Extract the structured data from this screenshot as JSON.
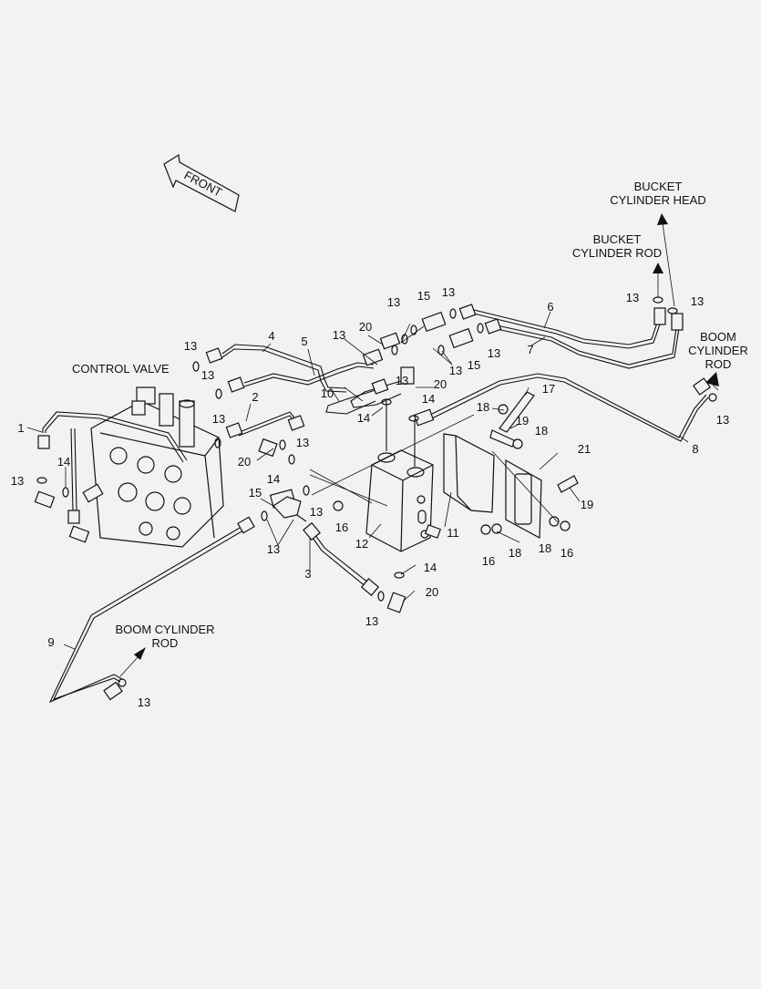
{
  "labels": {
    "front": "FRONT",
    "control_valve": "CONTROL VALVE",
    "bucket_head_1": "BUCKET",
    "bucket_head_2": "CYLINDER HEAD",
    "bucket_rod_1": "BUCKET",
    "bucket_rod_2": "CYLINDER ROD",
    "boom_rod_right_1": "BOOM",
    "boom_rod_right_2": "CYLINDER",
    "boom_rod_right_3": "ROD",
    "boom_rod_left_1": "BOOM CYLINDER",
    "boom_rod_left_2": "ROD"
  },
  "callouts": [
    "1",
    "2",
    "3",
    "4",
    "5",
    "6",
    "7",
    "8",
    "9",
    "10",
    "11",
    "12",
    "13",
    "14",
    "15",
    "16",
    "17",
    "18",
    "19",
    "20",
    "21"
  ],
  "callout_13": "13",
  "callout_14": "14",
  "callout_15": "15",
  "callout_16": "16",
  "callout_18": "18",
  "callout_19": "19",
  "callout_20": "20"
}
